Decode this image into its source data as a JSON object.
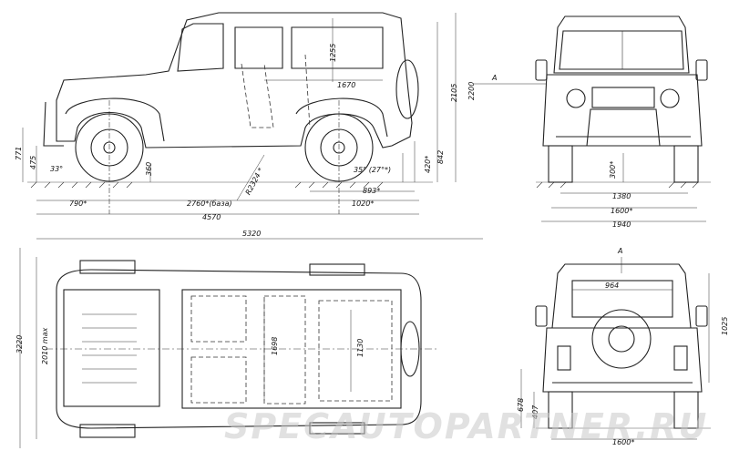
{
  "side_view": {
    "dims": {
      "roof_height": "1255",
      "cargo_length": "1670",
      "overall_height": "2200",
      "body_height": "2105",
      "bumper_height": "771",
      "step_height": "475",
      "approach_angle": "33°",
      "clearance": "360",
      "ramp_angle": "R2324 *",
      "departure_angle": "35° (27°*)",
      "hitch_height": "420*",
      "rear_height": "842",
      "rear_overhang_partial": "893*",
      "front_overhang": "790*",
      "wheelbase": "2760*(база)",
      "rear_overhang": "1020*",
      "overall_length": "4570"
    }
  },
  "front_view": {
    "label_a": "A",
    "dims": {
      "ground_clearance": "300*",
      "track_front": "1380",
      "track_width": "1600*",
      "overall_width": "1940"
    }
  },
  "top_view": {
    "dims": {
      "overall_length": "5320",
      "max_width": "3220",
      "width_mirrors": "2010 max",
      "seat_width": "1698",
      "rear_seat_width": "1130"
    }
  },
  "rear_view": {
    "label_a": "A",
    "dims": {
      "window_width": "964",
      "rear_height": "1025",
      "hitch_height": "678",
      "step_height": "407",
      "track_width": "1600*"
    }
  },
  "watermark": "SPECAUTOPARTNER.RU"
}
